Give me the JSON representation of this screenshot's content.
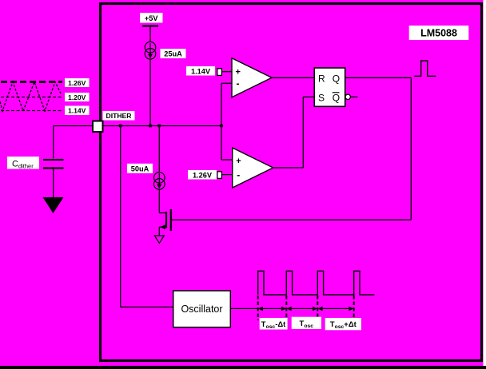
{
  "colors": {
    "background": "#FF00FF",
    "ink": "#000000",
    "label_background": "#FFFFFF"
  },
  "part": {
    "number": "LM5088"
  },
  "pin": {
    "name": "DITHER"
  },
  "supply": {
    "label": "+5V"
  },
  "current_sources": {
    "charge": "25uA",
    "discharge": "50uA"
  },
  "references": {
    "upper_comparator": "1.14V",
    "lower_comparator": "1.26V"
  },
  "comparator": {
    "plus": "+",
    "minus": "-"
  },
  "flipflop": {
    "r": "R",
    "q": "Q",
    "s": "S",
    "qbar": "Q"
  },
  "capacitor": {
    "base": "C",
    "sub": "dither"
  },
  "oscillator": {
    "label": "Oscillator"
  },
  "dither_wave": {
    "levels": [
      "1.26V",
      "1.20V",
      "1.14V"
    ]
  },
  "timing": {
    "t_minus": {
      "base": "T",
      "sub": "osc",
      "suffix": "-Δt"
    },
    "t_nom": {
      "base": "T",
      "sub": "osc",
      "suffix": ""
    },
    "t_plus": {
      "base": "T",
      "sub": "osc",
      "suffix": "+Δt"
    }
  }
}
